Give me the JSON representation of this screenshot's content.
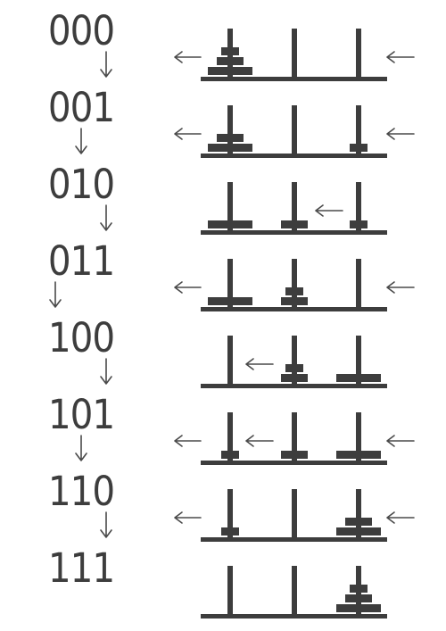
{
  "diagram": {
    "title": "",
    "colors": {
      "ink": "#3d3d3d",
      "arrow": "#4a4a4a",
      "background": "#ffffff"
    },
    "disk_sizes": [
      3,
      2,
      1
    ],
    "pegs": [
      "left",
      "middle",
      "right"
    ],
    "states": [
      {
        "code": "000",
        "stacks": [
          [
            3,
            2,
            1
          ],
          [],
          []
        ]
      },
      {
        "code": "001",
        "stacks": [
          [
            3,
            2
          ],
          [],
          [
            1
          ]
        ]
      },
      {
        "code": "010",
        "stacks": [
          [
            3
          ],
          [
            2
          ],
          [
            1
          ]
        ]
      },
      {
        "code": "011",
        "stacks": [
          [
            3
          ],
          [
            2,
            1
          ],
          []
        ]
      },
      {
        "code": "100",
        "stacks": [
          [],
          [
            2,
            1
          ],
          [
            3
          ]
        ]
      },
      {
        "code": "101",
        "stacks": [
          [
            1
          ],
          [
            2
          ],
          [
            3
          ]
        ]
      },
      {
        "code": "110",
        "stacks": [
          [
            1
          ],
          [],
          [
            3,
            2
          ]
        ]
      },
      {
        "code": "111",
        "stacks": [
          [],
          [],
          [
            3,
            2,
            1
          ]
        ]
      }
    ],
    "bit_flip_arrows": [
      {
        "from": "000",
        "to": "001",
        "flipped_bit": 3
      },
      {
        "from": "001",
        "to": "010",
        "flipped_bit": 2
      },
      {
        "from": "010",
        "to": "011",
        "flipped_bit": 3
      },
      {
        "from": "011",
        "to": "100",
        "flipped_bit": 1
      },
      {
        "from": "100",
        "to": "101",
        "flipped_bit": 3
      },
      {
        "from": "101",
        "to": "110",
        "flipped_bit": 2
      },
      {
        "from": "110",
        "to": "111",
        "flipped_bit": 3
      }
    ],
    "move_arrows": [
      {
        "state": "000",
        "peg_arrows": [
          "outside-left",
          "outside-right"
        ]
      },
      {
        "state": "001",
        "peg_arrows": [
          "outside-left",
          "outside-right"
        ]
      },
      {
        "state": "010",
        "peg_arrows": [
          "right-to-middle"
        ]
      },
      {
        "state": "011",
        "peg_arrows": [
          "outside-left",
          "outside-right"
        ]
      },
      {
        "state": "100",
        "peg_arrows": [
          "middle-to-left"
        ]
      },
      {
        "state": "101",
        "peg_arrows": [
          "outside-left",
          "middle-to-left",
          "outside-right"
        ]
      },
      {
        "state": "110",
        "peg_arrows": [
          "outside-left",
          "outside-right"
        ]
      },
      {
        "state": "111",
        "peg_arrows": []
      }
    ]
  }
}
